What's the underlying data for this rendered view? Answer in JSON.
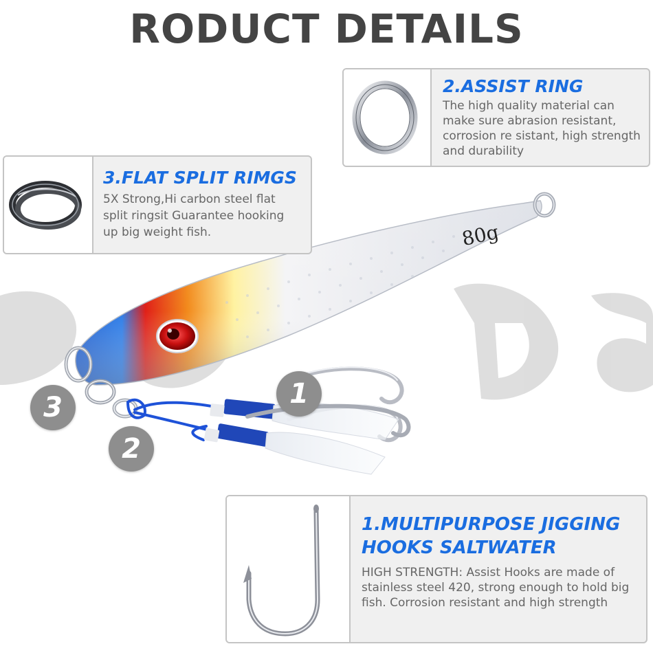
{
  "title": "RODUCT DETAILS",
  "lure": {
    "weight_label": "80g"
  },
  "features": {
    "assist_ring": {
      "title": "2.ASSIST RING",
      "description": "The high quality material can make sure abrasion resistant, corrosion re sistant, high strength and durability"
    },
    "split_rings": {
      "title": "3.FLAT SPLIT RIMGS",
      "description": "5X Strong,Hi carbon steel flat split ringsit Guarantee hooking up big weight fish."
    },
    "hooks": {
      "title": "1.MULTIPURPOSE JIGGING HOOKS SALTWATER",
      "description": "HIGH STRENGTH: Assist Hooks are made of stainless steel 420, strong enough to hold big fish. Corrosion resistant and high strength"
    }
  },
  "badges": {
    "one": "1",
    "two": "2",
    "three": "3"
  },
  "colors": {
    "accent_blue": "#1a6de0",
    "title_gray": "#444444",
    "badge_gray": "#8e8e8e",
    "lure_blue": "#1f6fd0",
    "lure_orange": "#f28a1c",
    "lure_red": "#e02018"
  },
  "icons": [
    "assist-ring-icon",
    "split-ring-icon",
    "jig-hook-icon",
    "fishing-lure-image"
  ]
}
